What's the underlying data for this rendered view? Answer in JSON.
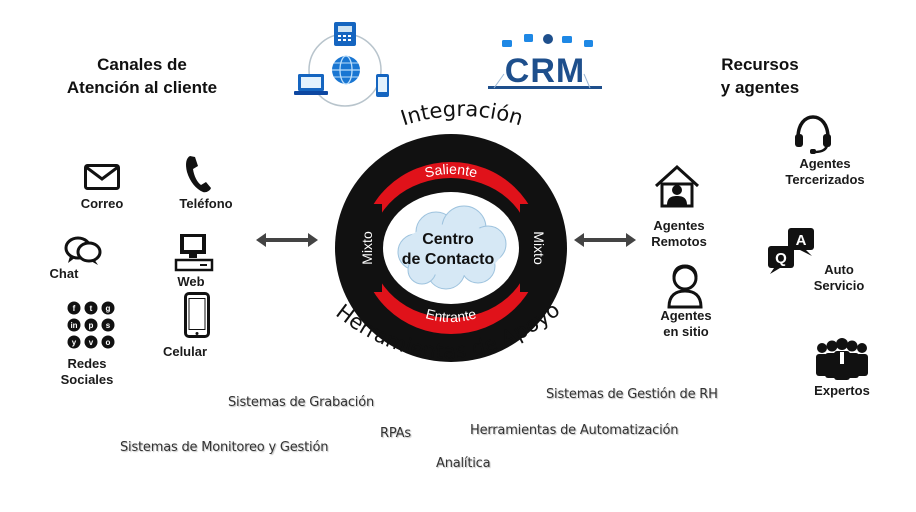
{
  "left_heading": {
    "line1": "Canales de",
    "line2": "Atención al cliente"
  },
  "right_heading": {
    "line1": "Recursos",
    "line2": "y agentes"
  },
  "crm_label": "CRM",
  "center": {
    "ring_top": "Integración",
    "ring_bottom": "Herramientas de Apoyo",
    "saliente": "Saliente",
    "entrante": "Entrante",
    "mixto_left": "Mixto",
    "mixto_right": "Mixto",
    "title_line1": "Centro",
    "title_line2": "de Contacto"
  },
  "channels": {
    "correo": "Correo",
    "telefono": "Teléfono",
    "chat": "Chat",
    "web": "Web",
    "redes_line1": "Redes",
    "redes_line2": "Sociales",
    "celular": "Celular"
  },
  "agents": {
    "tercerizados_line1": "Agentes",
    "tercerizados_line2": "Tercerizados",
    "remotos_line1": "Agentes",
    "remotos_line2": "Remotos",
    "auto_line1": "Auto",
    "auto_line2": "Servicio",
    "sitio_line1": "Agentes",
    "sitio_line2": "en sitio",
    "expertos": "Expertos"
  },
  "tools": {
    "grabacion": "Sistemas de Grabación",
    "gestion_rh": "Sistemas de Gestión de RH",
    "rpas": "RPAs",
    "automatizacion": "Herramientas de Automatización",
    "monitoreo": "Sistemas de Monitoreo y Gestión",
    "analitica": "Analítica"
  },
  "colors": {
    "ring_black": "#111111",
    "ring_red": "#e0121a",
    "crm_blue": "#1e4f8c",
    "icon_blue": "#1565c0",
    "cloud": "#cfe3f2"
  }
}
